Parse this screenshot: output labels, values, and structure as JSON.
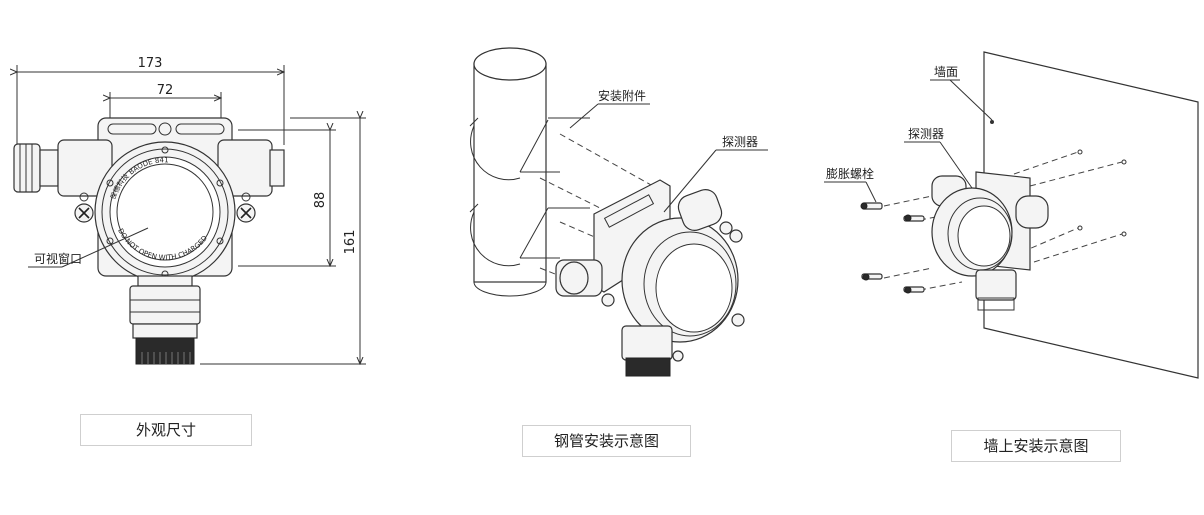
{
  "dimension_view": {
    "dims": {
      "overall_width": "173",
      "inner_width": "72",
      "height_88": "88",
      "height_161": "161"
    },
    "window_label": "可视窗口",
    "plate_top": "保德科技  BAODE 841",
    "plate_bottom": "DO NOT OPEN WITH CHARGED"
  },
  "pipe_view": {
    "accessory_label": "安装附件",
    "detector_label": "探测器"
  },
  "wall_view": {
    "wall_label": "墙面",
    "detector_label": "探测器",
    "bolt_label": "膨胀螺栓"
  },
  "captions": {
    "left": "外观尺寸",
    "middle": "钢管安装示意图",
    "right": "墙上安装示意图"
  }
}
